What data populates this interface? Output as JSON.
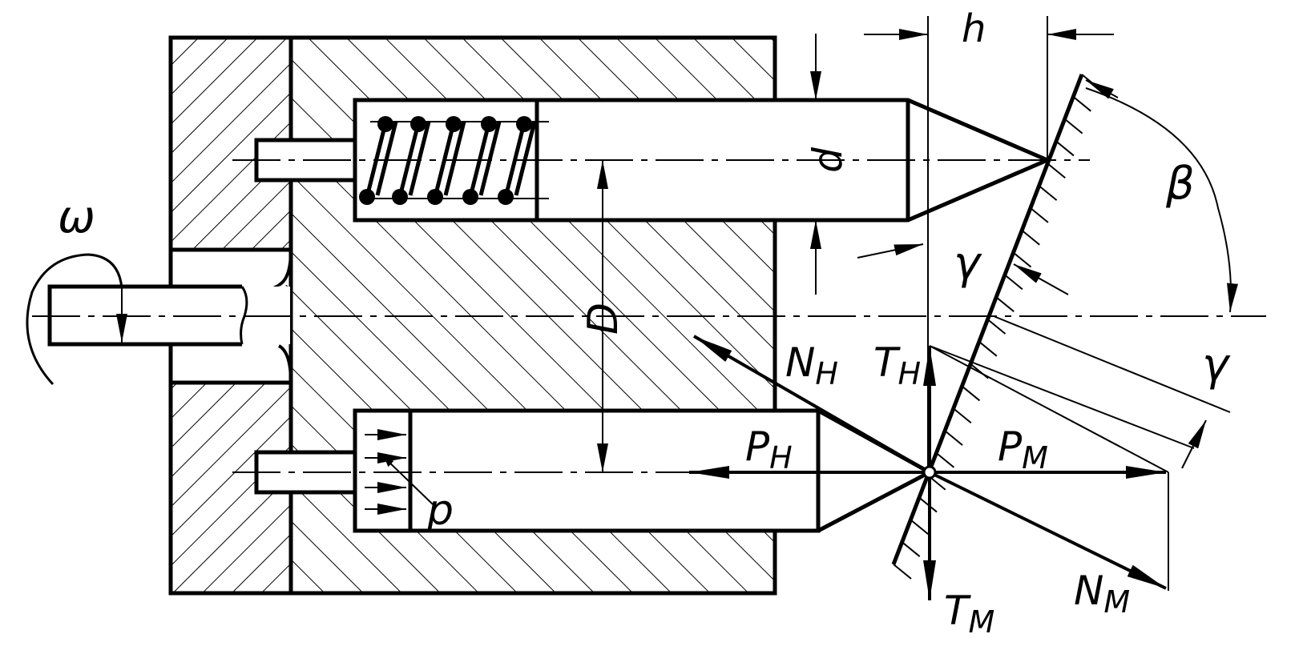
{
  "labels": {
    "omega": "ω",
    "h": "h",
    "d": "d",
    "D": "D",
    "beta": "β",
    "gamma_top": "γ",
    "gamma_right": "γ",
    "N_H": "N",
    "N_H_sub": "H",
    "T_H": "T",
    "T_H_sub": "H",
    "P_H": "P",
    "P_H_sub": "H",
    "P_M": "P",
    "P_M_sub": "M",
    "p": "p",
    "T_M": "T",
    "T_M_sub": "M",
    "N_M": "N",
    "N_M_sub": "M"
  },
  "colors": {
    "line": "#000000",
    "background": "#ffffff"
  }
}
